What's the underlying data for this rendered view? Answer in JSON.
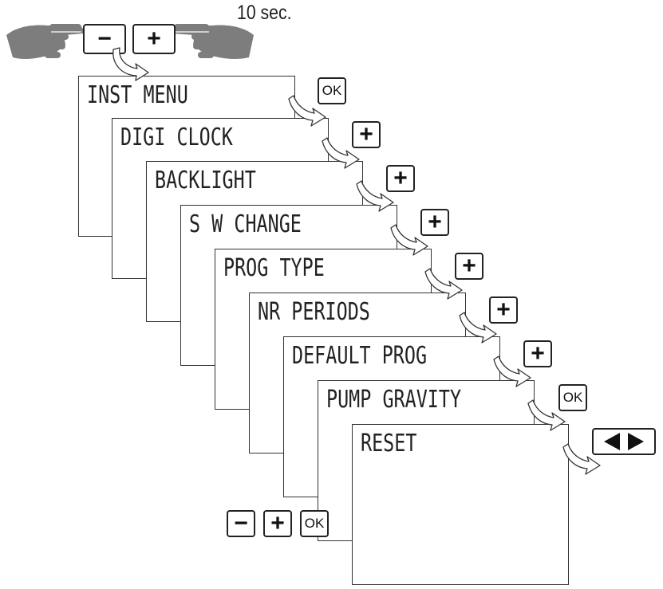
{
  "header": {
    "timer_label": "10 sec.",
    "start_keys": [
      "−",
      "+"
    ]
  },
  "menu_screens": [
    {
      "label": "INST MENU",
      "next_key": "OK"
    },
    {
      "label": "DIGI CLOCK",
      "next_key": "+"
    },
    {
      "label": "BACKLIGHT",
      "next_key": "+"
    },
    {
      "label": "S W CHANGE",
      "next_key": "+"
    },
    {
      "label": "PROG TYPE",
      "next_key": "+"
    },
    {
      "label": "NR PERIODS",
      "next_key": "+"
    },
    {
      "label": "DEFAULT PROG",
      "next_key": "+"
    },
    {
      "label": "PUMP GRAVITY",
      "next_key": "OK"
    },
    {
      "label": "RESET",
      "next_key": "◀ ▶"
    }
  ],
  "bottom_keys": [
    "−",
    "+",
    "OK"
  ],
  "colors": {
    "line": "#333333",
    "hand": "#7d7d7d",
    "background": "#ffffff"
  }
}
